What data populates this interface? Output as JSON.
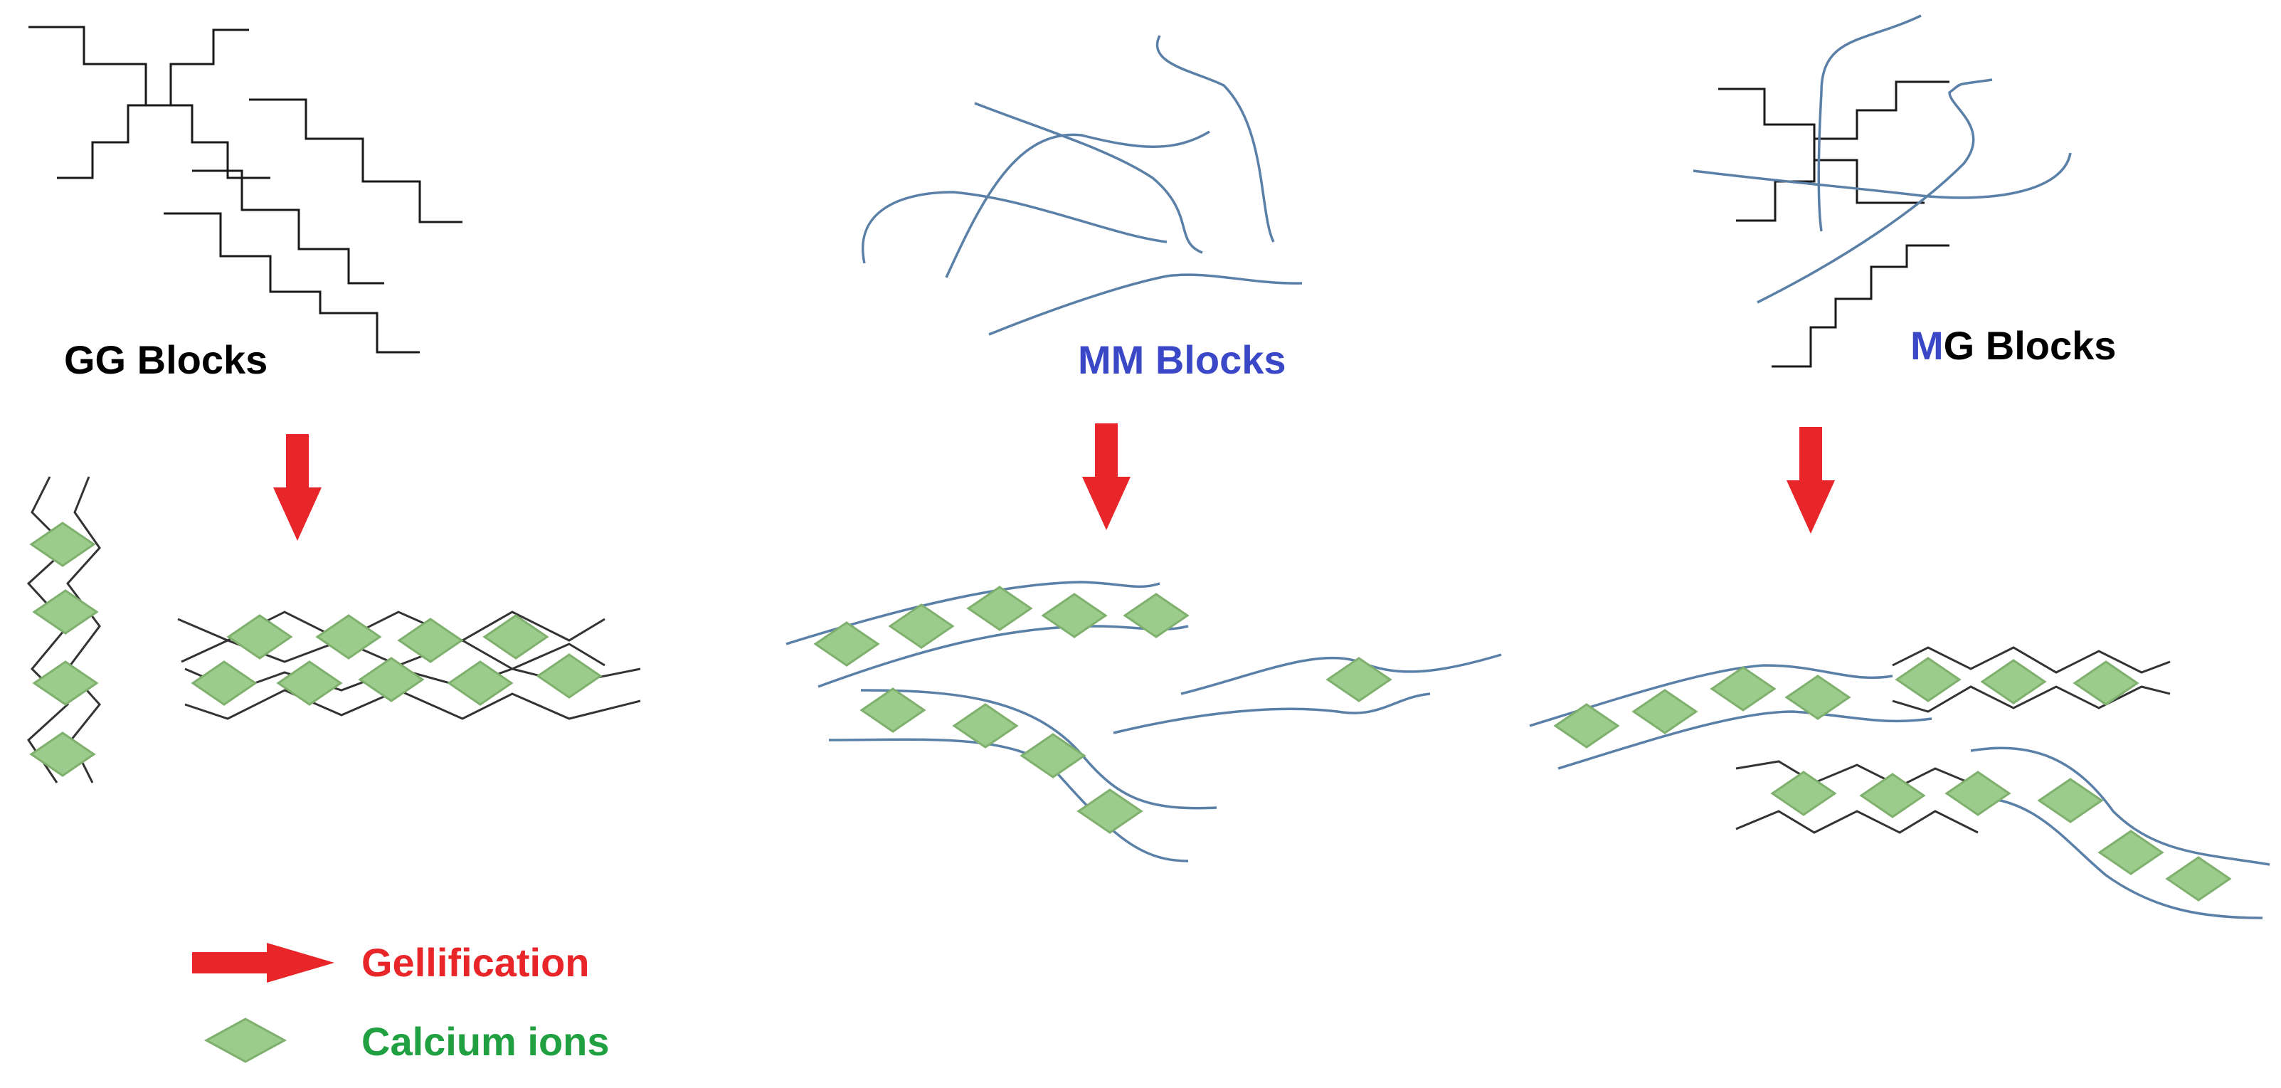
{
  "labels": {
    "gg_blocks": "GG Blocks",
    "mm_blocks": "MM Blocks",
    "mg_first": "M",
    "mg_rest": "G Blocks"
  },
  "legend": {
    "gellification": "Gellification",
    "calcium_ions": "Calcium ions"
  },
  "colors": {
    "g_chain": "#1a1a1a",
    "m_chain": "#5b80a8",
    "arrow": "#e8262a",
    "calcium": "#9ccc8c",
    "gg_text": "#000000",
    "mm_text": "#3a48c8",
    "gelli_text": "#e8262a",
    "calcium_text": "#20a040"
  }
}
